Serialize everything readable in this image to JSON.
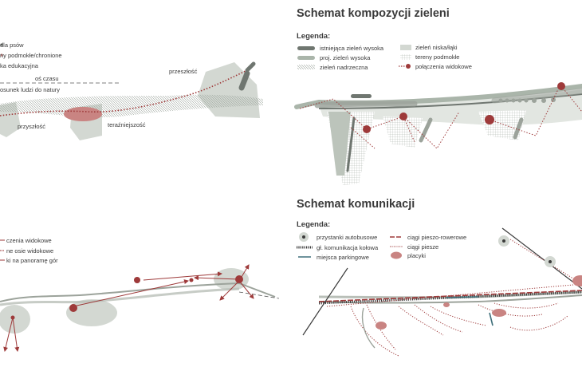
{
  "top_left": {
    "legend": [
      "dla psów",
      "ny podmokłe/chronione",
      "ka edukacyjna"
    ],
    "labels": {
      "axis": "oś czasu",
      "relation": "osunek ludzi do natury",
      "past": "przeszłość",
      "future": "przyszłość",
      "present": "teraźniejszość"
    }
  },
  "bottom_left": {
    "legend": [
      "czenia widokowe",
      "ne osie widokowe",
      "ki na panoramę gór"
    ]
  },
  "green": {
    "title": "Schemat kompozycji zieleni",
    "legend_title": "Legenda:",
    "items_left": [
      "istniejąca zieleń wysoka",
      "proj. zieleń wysoka",
      "zieleń nadrzeczna"
    ],
    "items_right": [
      "zieleń niska/łąki",
      "tereny podmokłe",
      "połączenia widokowe"
    ]
  },
  "comm": {
    "title": "Schemat komunikacji",
    "legend_title": "Legenda:",
    "items_left": [
      "przystanki autobusowe",
      "gł. komunikacja kołowa",
      "miejsca parkingowe"
    ],
    "items_right": [
      "ciągi pieszo-rowerowe",
      "ciągi piesze",
      "placyki"
    ]
  },
  "colors": {
    "red": "#9e3a3a",
    "pink": "#c98482",
    "grey_dark": "#6f7670",
    "grey_green": "#aab5aa",
    "grey_light": "#d3d8d2",
    "text": "#3a3a3a",
    "teal": "#3f6f7a"
  }
}
